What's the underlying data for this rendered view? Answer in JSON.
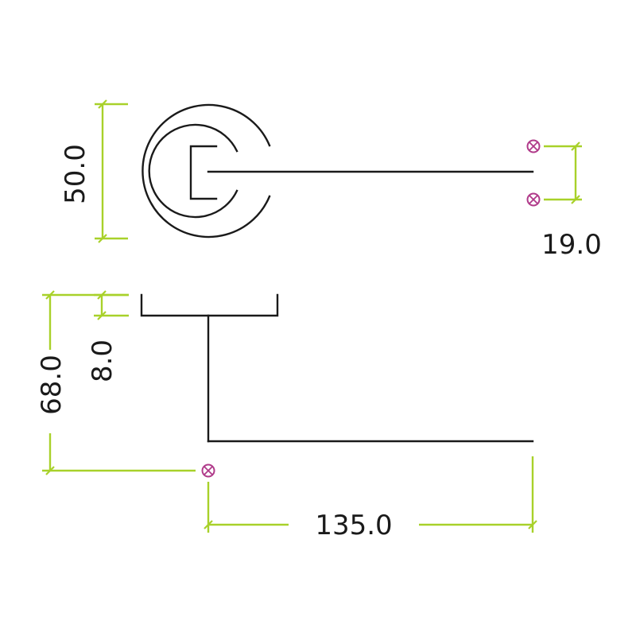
{
  "dimensions": {
    "rose_diameter": "50.0",
    "fixing_spacing": "19.0",
    "rose_projection": "68.0",
    "rose_thickness": "8.0",
    "lever_length": "135.0"
  },
  "colors": {
    "outline": "#1a1a1a",
    "dimension_line": "#a8d12a",
    "fixing_marker": "#b03a8a",
    "background": "#ffffff"
  },
  "icons": [
    "fixing-point-icon"
  ]
}
